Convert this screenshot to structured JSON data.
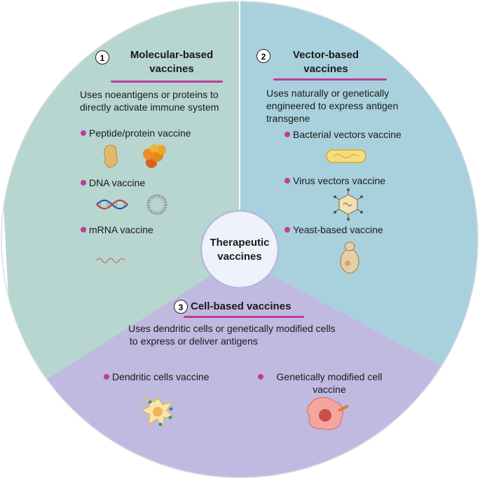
{
  "colors": {
    "molecular_sector": "#b7d6cf",
    "vector_sector": "#a9d1dd",
    "cell_sector": "#c0b9e0",
    "center_fill": "#eef2fb",
    "center_stroke": "#b6b8de",
    "accent": "#c03c9a"
  },
  "center": {
    "title_line1": "Therapeutic",
    "title_line2": "vaccines"
  },
  "molecular": {
    "number": "1",
    "title_line1": "Molecular-based",
    "title_line2": "vaccines",
    "desc_line1": "Uses noeantigens or proteins to",
    "desc_line2": "directly activate immune system",
    "items": [
      "Peptide/protein vaccine",
      "DNA vaccine",
      "mRNA vaccine"
    ],
    "icons": [
      "peptide-icon",
      "protein-icon",
      "dna-helix-icon",
      "plasmid-icon",
      "mrna-icon"
    ]
  },
  "vector": {
    "number": "2",
    "title_line1": "Vector-based",
    "title_line2": "vaccines",
    "desc_line1": "Uses naturally or genetically",
    "desc_line2": "engineered to express antigen",
    "desc_line3": "transgene",
    "items": [
      "Bacterial vectors vaccine",
      "Virus vectors vaccine",
      "Yeast-based vaccine"
    ],
    "icons": [
      "bacterium-icon",
      "virus-icon",
      "yeast-icon"
    ]
  },
  "cell": {
    "number": "3",
    "title": "Cell-based vaccines",
    "desc_line1": "Uses dendritic cells or genetically modified cells",
    "desc_line2": "to express or deliver antigens",
    "items": [
      "Dendritic cells vaccine"
    ],
    "item2_line1": "Genetically modified cell",
    "item2_line2": "vaccine",
    "icons": [
      "dendritic-cell-icon",
      "modified-cell-icon"
    ]
  }
}
